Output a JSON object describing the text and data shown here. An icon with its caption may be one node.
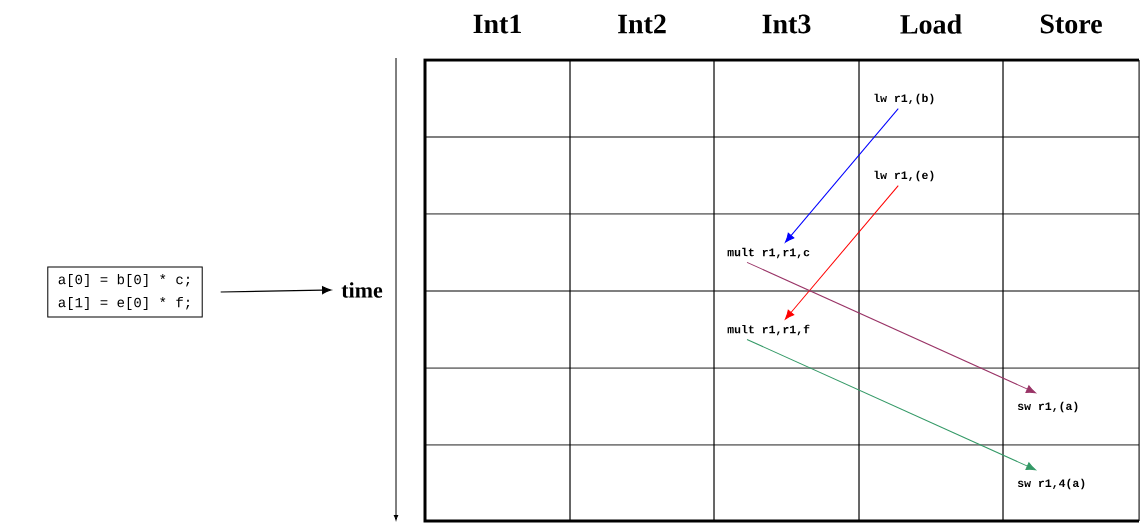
{
  "diagram": {
    "nodes": [
      {
        "text": [
          "a[0] = b[0] * c;",
          "a[1] = e[0] * f;"
        ]
      },
      {
        "text": [
          "time"
        ]
      },
      {
        "text": [
          "lw r1,(b)"
        ]
      },
      {
        "text": [
          "lw r1,(e)"
        ]
      },
      {
        "text": [
          "mult r1,r1,c"
        ]
      },
      {
        "text": [
          "mult r1,r1,f"
        ]
      },
      {
        "text": [
          "sw r1,(a)"
        ]
      },
      {
        "text": [
          "sw r1,4(a)"
        ]
      }
    ],
    "edges": [
      {
        "from": 0,
        "to": 1,
        "arrow": "to"
      },
      {
        "from": 2,
        "to": 4,
        "arrow": "to",
        "color": "#0000ff"
      },
      {
        "from": 3,
        "to": 5,
        "arrow": "to",
        "color": "#ff0000"
      },
      {
        "from": 4,
        "to": 6,
        "arrow": "to",
        "color": "#993366"
      },
      {
        "from": 5,
        "to": 7,
        "arrow": "to",
        "color": "#339966"
      }
    ],
    "labels": [
      "Int1",
      "Int2",
      "Int3",
      "Load",
      "Store"
    ]
  }
}
